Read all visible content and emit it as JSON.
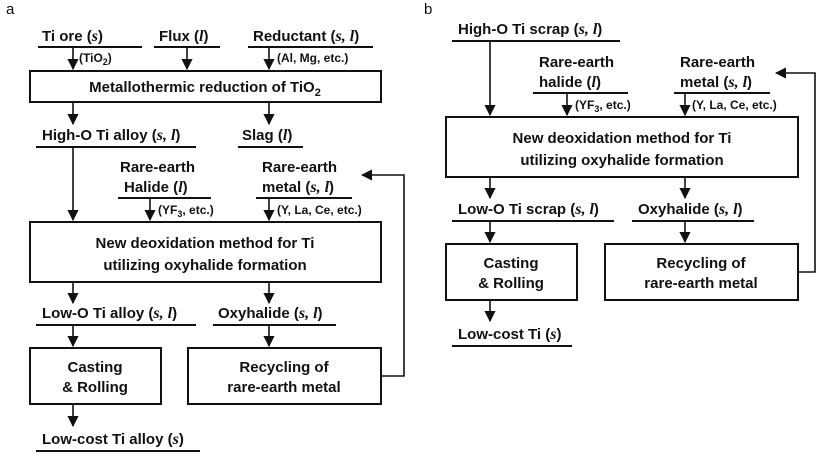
{
  "panel_a": {
    "letter": "a",
    "ti_ore": "Ti ore",
    "ti_ore_state": "s",
    "ti_ore_note": "(TiO",
    "ti_ore_note_sub": "2",
    "ti_ore_note_end": ")",
    "flux": "Flux",
    "flux_state": "l",
    "reductant": "Reductant",
    "reductant_state": "s, l",
    "reductant_note": "(Al, Mg, etc.)",
    "reduction_box": "Metallothermic reduction of TiO",
    "reduction_box_sub": "2",
    "high_o_alloy": "High-O Ti alloy",
    "high_o_alloy_state": "s, l",
    "slag": "Slag",
    "slag_state": "l",
    "re_halide_line1": "Rare-earth",
    "re_halide_line2": "Halide",
    "re_halide_state": "l",
    "re_halide_note": "(YF",
    "re_halide_note_sub": "3",
    "re_halide_note_end": ", etc.)",
    "re_metal_line1": "Rare-earth",
    "re_metal_line2": "metal",
    "re_metal_state": "s, l",
    "re_metal_note": "(Y, La, Ce, etc.)",
    "deox_line1": "New deoxidation method for Ti",
    "deox_line2": "utilizing oxyhalide formation",
    "low_o_alloy": "Low-O Ti alloy",
    "low_o_alloy_state": "s, l",
    "oxyhalide": "Oxyhalide",
    "oxyhalide_state": "s, l",
    "casting_line1": "Casting",
    "casting_line2": "& Rolling",
    "recycling_line1": "Recycling of",
    "recycling_line2": "rare-earth metal",
    "low_cost_alloy": "Low-cost Ti alloy",
    "low_cost_alloy_state": "s"
  },
  "panel_b": {
    "letter": "b",
    "high_o_scrap": "High-O Ti scrap",
    "high_o_scrap_state": "s, l",
    "re_halide_line1": "Rare-earth",
    "re_halide_line2": "halide",
    "re_halide_state": "l",
    "re_halide_note": "(YF",
    "re_halide_note_sub": "3",
    "re_halide_note_end": ", etc.)",
    "re_metal_line1": "Rare-earth",
    "re_metal_line2": "metal",
    "re_metal_state": "s, l",
    "re_metal_note": "(Y, La, Ce, etc.)",
    "deox_line1": "New deoxidation method for Ti",
    "deox_line2": "utilizing oxyhalide formation",
    "low_o_scrap": "Low-O Ti scrap",
    "low_o_scrap_state": "s, l",
    "oxyhalide": "Oxyhalide",
    "oxyhalide_state": "s, l",
    "casting_line1": "Casting",
    "casting_line2": "& Rolling",
    "recycling_line1": "Recycling of",
    "recycling_line2": "rare-earth metal",
    "low_cost_ti": "Low-cost Ti",
    "low_cost_ti_state": "s"
  }
}
